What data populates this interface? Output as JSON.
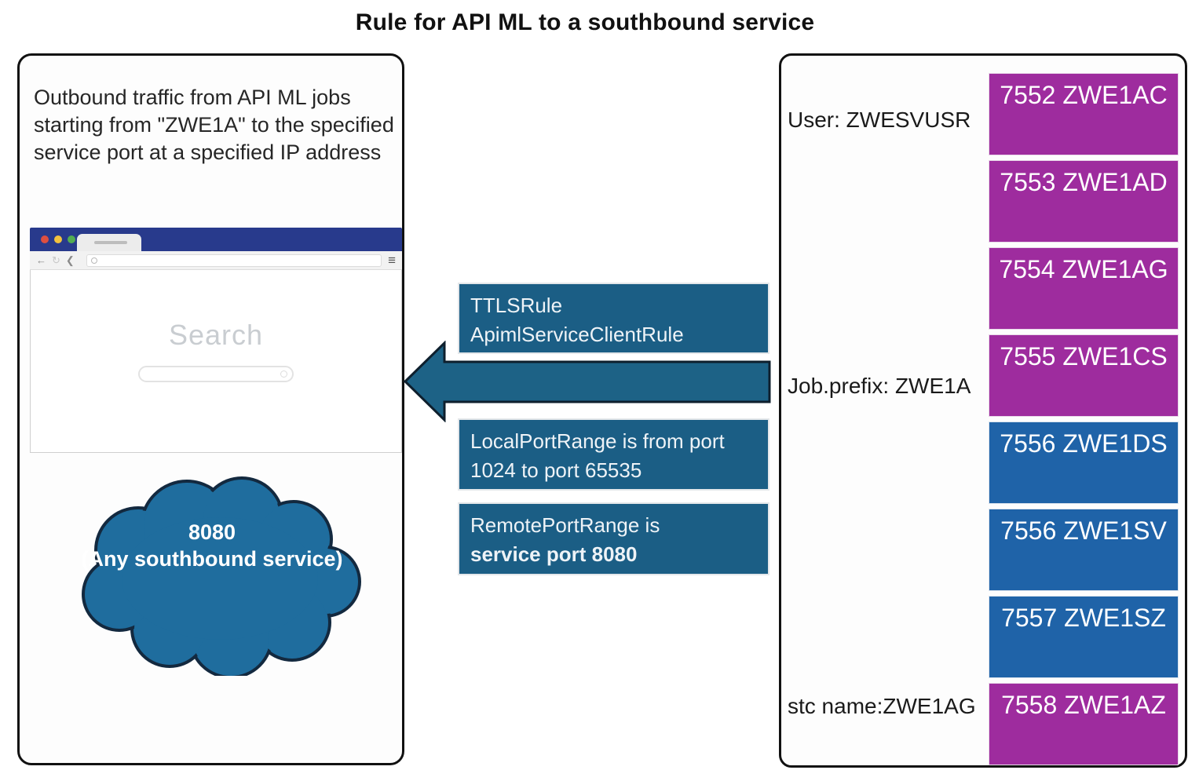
{
  "title": "Rule for API ML to a southbound service",
  "left_panel": {
    "description": "Outbound traffic from API ML jobs starting from \"ZWE1A\" to the specified service port at a specified IP address",
    "browser": {
      "search_label": "Search"
    },
    "cloud": {
      "line1": "8080",
      "line2": "(Any southbound service)"
    }
  },
  "middle": {
    "rule_box": {
      "line1": "TTLSRule",
      "line2": "ApimlServiceClientRule"
    },
    "local_port_box": {
      "line1": "LocalPortRange is from port",
      "line2": "1024 to port 65535"
    },
    "remote_port_box": {
      "line1": "RemotePortRange is",
      "line2": "service port 8080"
    }
  },
  "right_panel": {
    "user_label": "User: ZWESVUSR",
    "job_prefix_label": "Job.prefix: ZWE1A",
    "stc_name_label": "stc name:ZWE1AG",
    "ports": [
      {
        "label": "7552 ZWE1AC",
        "color": "purple"
      },
      {
        "label": "7553 ZWE1AD",
        "color": "purple"
      },
      {
        "label": "7554 ZWE1AG",
        "color": "purple"
      },
      {
        "label": "7555 ZWE1CS",
        "color": "purple"
      },
      {
        "label": "7556 ZWE1DS",
        "color": "blue"
      },
      {
        "label": "7556 ZWE1SV",
        "color": "blue"
      },
      {
        "label": "7557 ZWE1SZ",
        "color": "blue"
      },
      {
        "label": "7558 ZWE1AZ",
        "color": "purple"
      }
    ]
  },
  "colors": {
    "purple_box": "#9e2c9e",
    "blue_box": "#1f63a8",
    "teal_box": "#1b5e85",
    "browser_bar": "#283a8c",
    "cloud_fill": "#1f6d9e"
  }
}
